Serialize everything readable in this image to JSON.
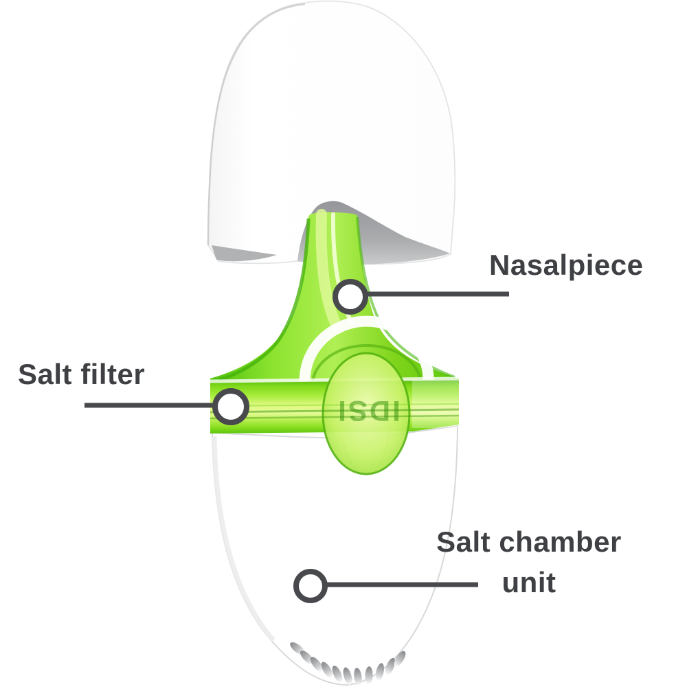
{
  "diagram": {
    "labels": {
      "nasalpiece": "Nasalpiece",
      "salt_filter": "Salt filter",
      "salt_chamber_line1": "Salt chamber",
      "salt_chamber_line2": "unit"
    },
    "device": {
      "logo_text": "IDSI"
    },
    "colors": {
      "background": "#ffffff",
      "accent_green": "#7ed41a",
      "accent_green_dark": "#4fb70e",
      "accent_green_light": "#ddf87f",
      "callout": "#48494d",
      "label_text": "#3e4043",
      "shadow_gray": "#a7a9ab"
    }
  }
}
